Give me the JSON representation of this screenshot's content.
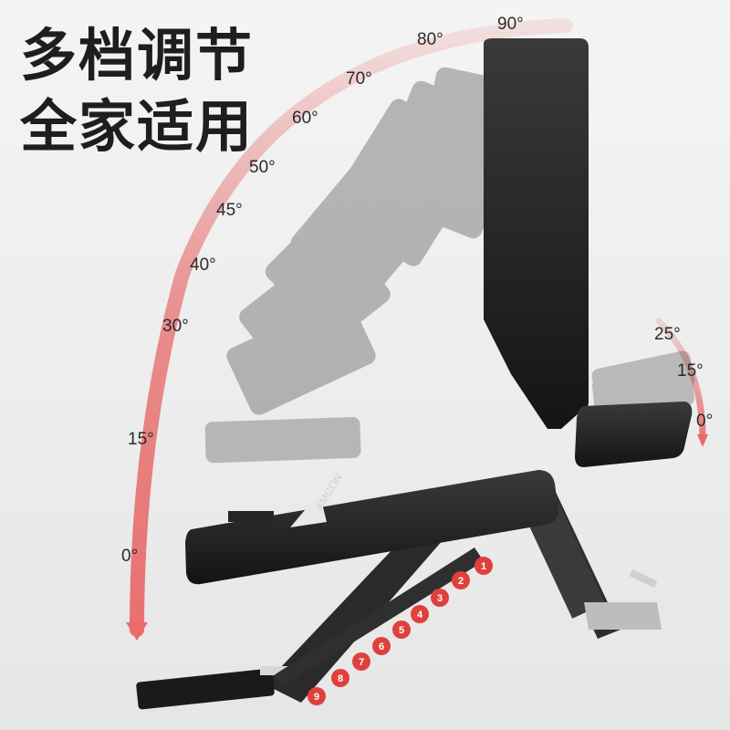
{
  "headline": {
    "line1": "多档调节",
    "line2": "全家适用"
  },
  "backrest_angles": [
    "0°",
    "15°",
    "30°",
    "40°",
    "45°",
    "50°",
    "60°",
    "70°",
    "80°",
    "90°"
  ],
  "seat_angles": [
    "25°",
    "15°",
    "0°"
  ],
  "adjustment_positions": [
    "1",
    "2",
    "3",
    "4",
    "5",
    "6",
    "7",
    "8",
    "9"
  ],
  "brand_mark": "AMCON",
  "colors": {
    "arc": "#e86a6a",
    "badge": "#e0403c",
    "headline": "#1e1e1e",
    "pad": "#1f1f1f"
  }
}
